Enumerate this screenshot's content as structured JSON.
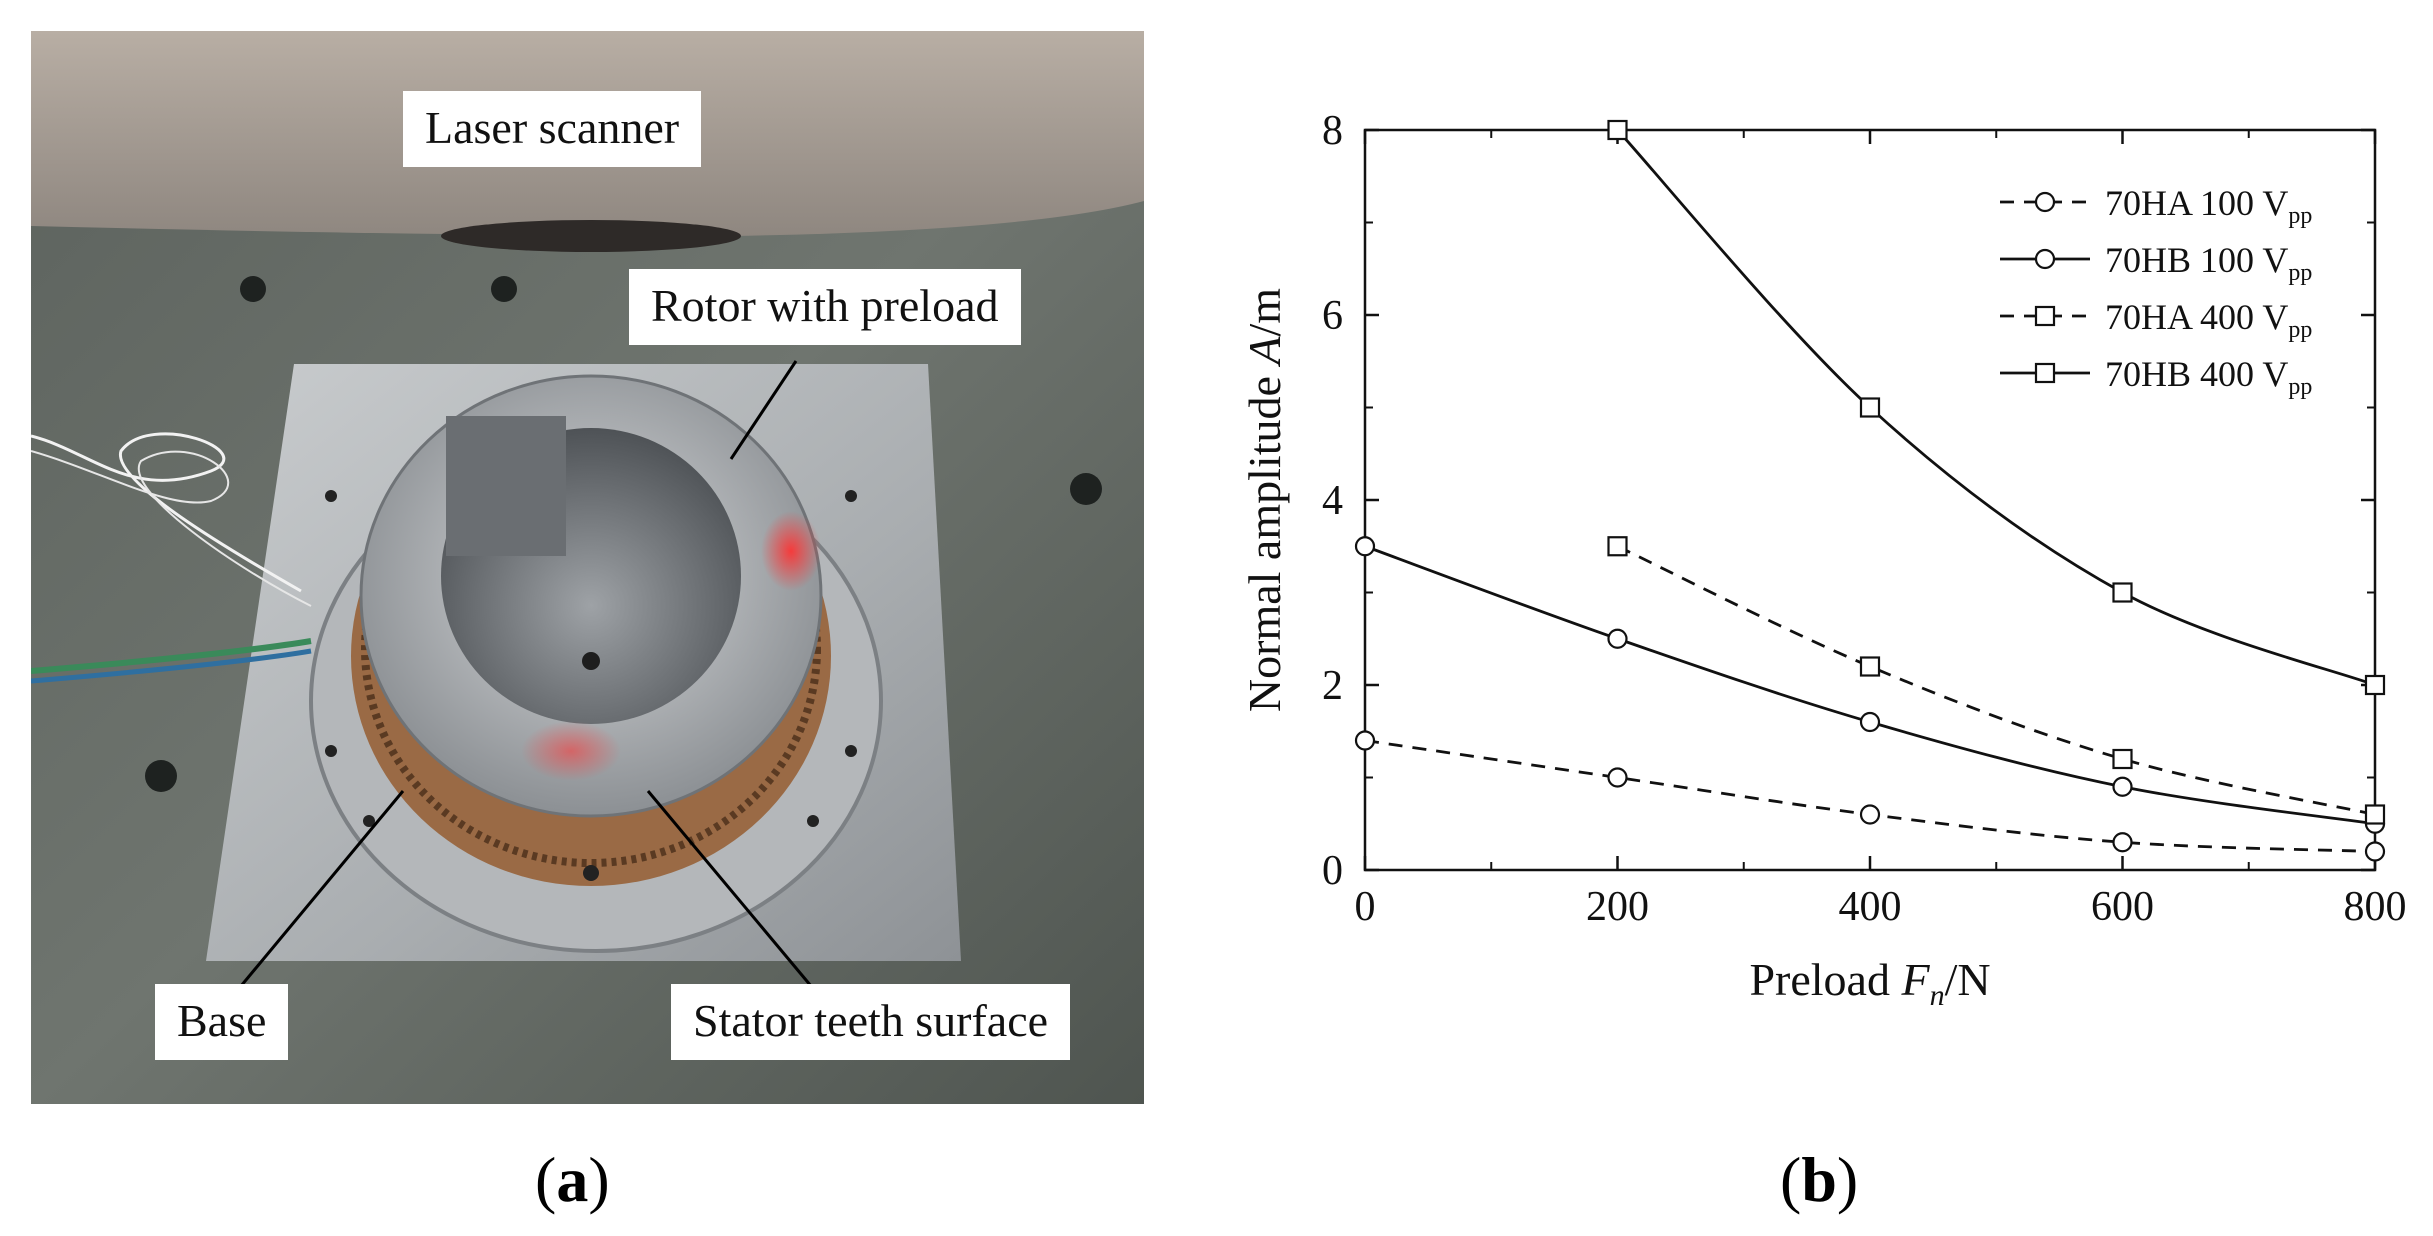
{
  "panel_a": {
    "caption": "a",
    "labels": {
      "laser_scanner": "Laser scanner",
      "rotor": "Rotor with preload",
      "base": "Base",
      "stator": "Stator teeth surface"
    }
  },
  "panel_b": {
    "caption": "b"
  },
  "chart_data": {
    "type": "line",
    "xlabel_parts": [
      "Preload ",
      "F",
      "n",
      "/N"
    ],
    "ylabel_parts": [
      "Normal amplitude ",
      "A",
      "/m"
    ],
    "x": [
      0,
      200,
      400,
      600,
      800
    ],
    "xlim": [
      0,
      800
    ],
    "ylim": [
      0,
      8
    ],
    "xticks": [
      0,
      200,
      400,
      600,
      800
    ],
    "yticks": [
      0,
      2,
      4,
      6,
      8
    ],
    "legend_position": "top-right",
    "grid": false,
    "series": [
      {
        "name": "70HA 100 V",
        "name_sub": "pp",
        "line": "dashed",
        "marker": "circle",
        "values": [
          1.4,
          1.0,
          0.6,
          0.3,
          0.2
        ]
      },
      {
        "name": "70HB 100 V",
        "name_sub": "pp",
        "line": "solid",
        "marker": "circle",
        "values": [
          3.5,
          2.5,
          1.6,
          0.9,
          0.5
        ]
      },
      {
        "name": "70HA 400 V",
        "name_sub": "pp",
        "line": "dashed",
        "marker": "square",
        "values": [
          null,
          3.5,
          2.2,
          1.2,
          0.6
        ]
      },
      {
        "name": "70HB 400 V",
        "name_sub": "pp",
        "line": "solid",
        "marker": "square",
        "values": [
          null,
          8.0,
          5.0,
          3.0,
          2.0
        ]
      }
    ]
  }
}
